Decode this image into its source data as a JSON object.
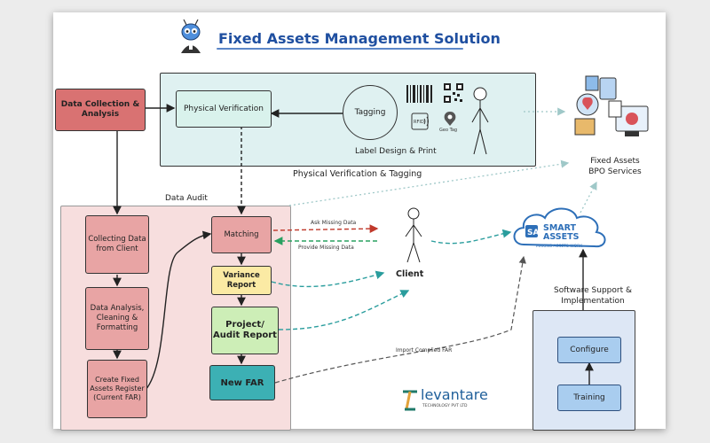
{
  "title": "Fixed Assets Management Solution",
  "nodes": {
    "data_collection": "Data Collection & Analysis",
    "physical_verification": "Physical Verification",
    "tagging": "Tagging",
    "label_design": "Label Design & Print",
    "pv_tagging_label": "Physical Verification & Tagging",
    "bpo_services": "Fixed Assets\nBPO Services",
    "data_audit_label": "Data Audit",
    "collecting_data": "Collecting Data from Client",
    "data_analysis": "Data Analysis, Cleaning & Formatting",
    "create_far": "Create Fixed Assets Register (Current FAR)",
    "matching": "Matching",
    "variance_report": "Variance Report",
    "project_audit_report": "Project/ Audit Report",
    "new_far": "New FAR",
    "client": "Client",
    "ask_missing": "Ask Missing Data",
    "provide_missing": "Provide Missing Data",
    "import_far": "Import Complied FAR",
    "smart_assets": "SMART\nASSETS",
    "smart_tagline": "MAKING ASSETS WORK",
    "software_support": "Software Support &\nImplementation",
    "configure": "Configure",
    "training": "Training"
  },
  "icons": {
    "rfid": "RFID",
    "geo_tag": "Geo Tag"
  },
  "logo": {
    "name": "levantare",
    "tagline": "TECHNOLOGY PVT LTD"
  },
  "colors": {
    "title": "#1f4fa0",
    "red_box": "#e8a4a4",
    "teal_box": "#d9f2ec",
    "yellow_box": "#fbeaa4",
    "green_box": "#cdeeb7",
    "dark_teal_box": "#3cb0b4",
    "blue_button": "#a9cdef",
    "dashed_red": "#c0392b",
    "dashed_green": "#28a060",
    "dashed_teal": "#2a9d9d"
  }
}
